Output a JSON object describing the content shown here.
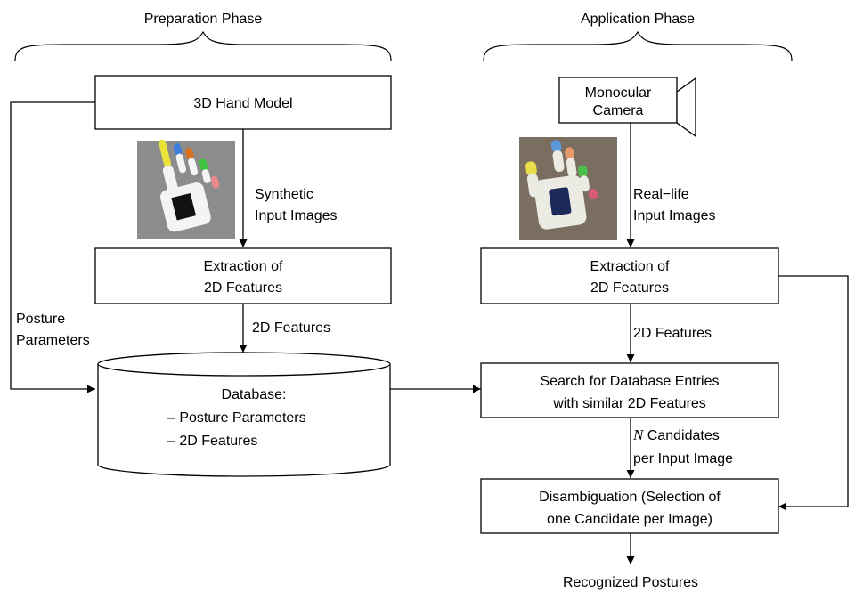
{
  "phases": {
    "preparation": "Preparation Phase",
    "application": "Application Phase"
  },
  "preparation": {
    "hand_model": "3D Hand Model",
    "synthetic_line1": "Synthetic",
    "synthetic_line2": "Input Images",
    "extraction_line1": "Extraction of",
    "extraction_line2": "2D Features",
    "features_label": "2D Features",
    "posture_line1": "Posture",
    "posture_line2": "Parameters",
    "database_title": "Database:",
    "database_item1": "– Posture Parameters",
    "database_item2": "– 2D Features"
  },
  "application": {
    "camera_line1": "Monocular",
    "camera_line2": "Camera",
    "reallife_line1": "Real−life",
    "reallife_line2": "Input Images",
    "extraction_line1": "Extraction of",
    "extraction_line2": "2D Features",
    "features_label": "2D Features",
    "search_line1": "Search for Database Entries",
    "search_line2": "with similar 2D Features",
    "candidates_n": "N",
    "candidates_line1": " Candidates",
    "candidates_line2": "per Input Image",
    "disambig_line1": "Disambiguation (Selection of",
    "disambig_line2": "one Candidate per Image)",
    "result": "Recognized Postures"
  }
}
